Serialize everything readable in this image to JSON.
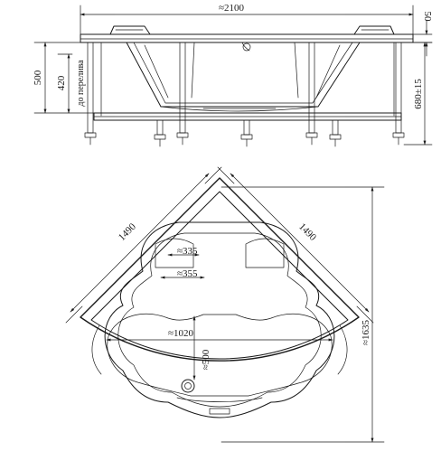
{
  "dimensions": {
    "top_width": "≈2100",
    "rim_height": "50",
    "total_height": "500",
    "overflow_height": "420",
    "overflow_note": "до перелива",
    "leg_height": "680±15",
    "side_left": "1490",
    "side_right": "1490",
    "diagonal": "≈1635",
    "seat_inner": "≈335",
    "seat_outer": "≈355",
    "bowl_width": "≈1020",
    "bowl_depth": "≈500"
  }
}
